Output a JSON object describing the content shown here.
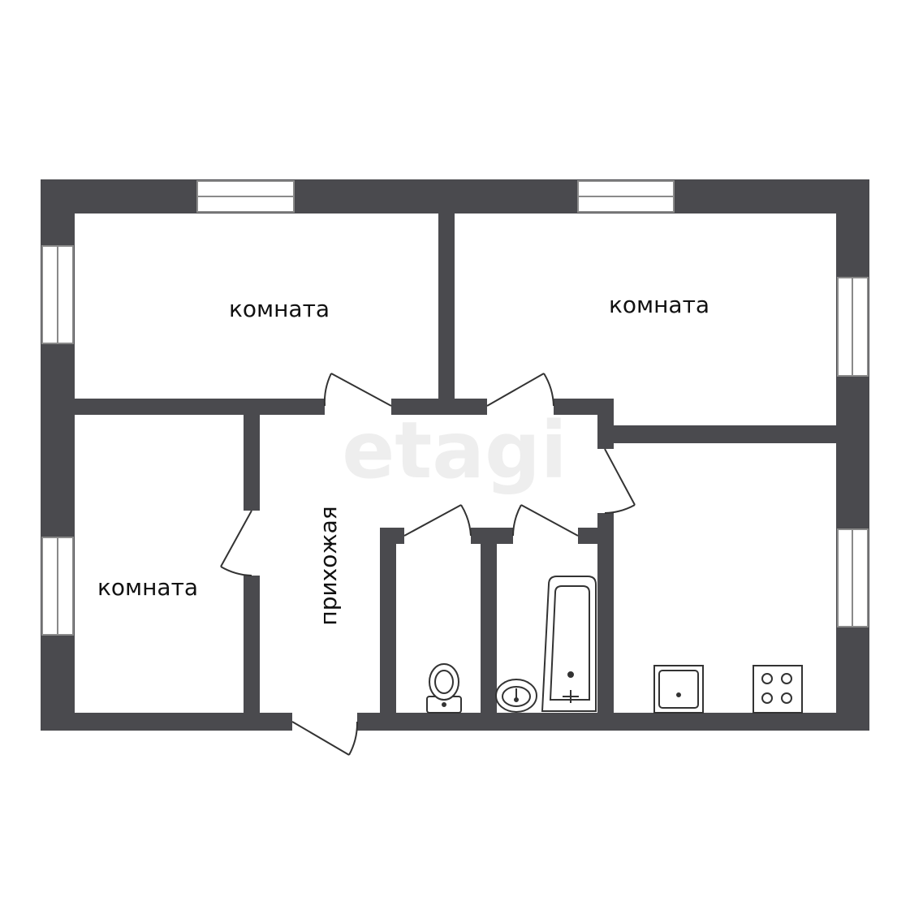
{
  "plan": {
    "rooms": {
      "room_top_left": "комната",
      "room_top_right": "комната",
      "room_bottom_left": "комната",
      "hallway": "прихожая"
    },
    "watermark": "etagi",
    "colors": {
      "wall": "#4a4a4e",
      "window_frame": "#8a8a8a",
      "fixture": "#333333",
      "background": "#ffffff"
    },
    "icons": [
      "window-icon",
      "door-swing-icon",
      "toilet-icon",
      "sink-icon",
      "bathtub-icon",
      "kitchen-sink-icon",
      "stove-icon"
    ]
  }
}
